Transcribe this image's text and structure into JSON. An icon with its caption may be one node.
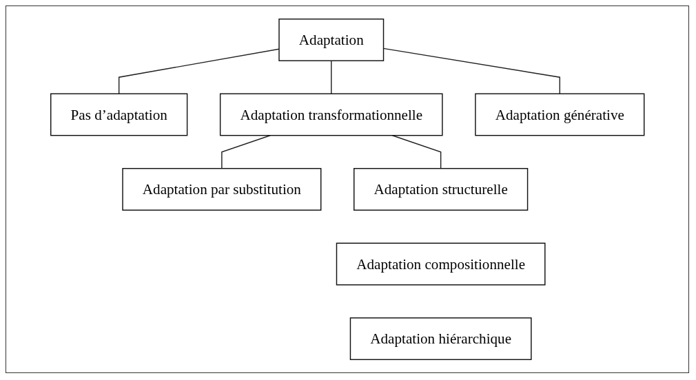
{
  "diagram": {
    "nodes": [
      {
        "text": [
          "Adaptation"
        ]
      },
      {
        "text": [
          "Pas d’adaptation"
        ]
      },
      {
        "text": [
          "Adaptation transformationnelle"
        ]
      },
      {
        "text": [
          "Adaptation générative"
        ]
      },
      {
        "text": [
          "Adaptation par substitution"
        ]
      },
      {
        "text": [
          "Adaptation structurelle"
        ]
      },
      {
        "text": [
          "Adaptation compositionnelle"
        ]
      },
      {
        "text": [
          "Adaptation hiérarchique"
        ]
      }
    ],
    "edges": [
      {
        "from": 0,
        "to": 1,
        "arrow": "none"
      },
      {
        "from": 0,
        "to": 2,
        "arrow": "none"
      },
      {
        "from": 0,
        "to": 3,
        "arrow": "none"
      },
      {
        "from": 2,
        "to": 4,
        "arrow": "none"
      },
      {
        "from": 2,
        "to": 5,
        "arrow": "none"
      }
    ]
  }
}
